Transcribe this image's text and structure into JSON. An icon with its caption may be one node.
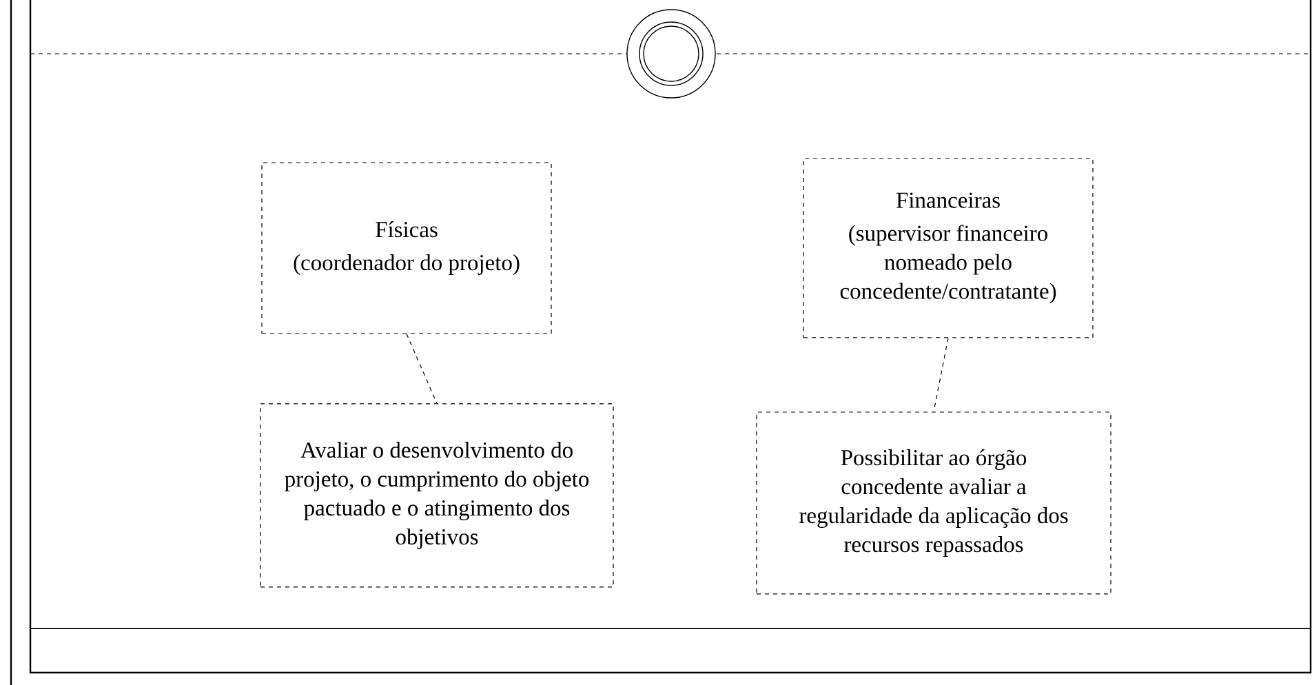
{
  "diagram": {
    "nodes": [
      {
        "text": [
          "Físicas",
          "(coordenador do projeto)"
        ]
      },
      {
        "text": [
          "Financeiras",
          "(supervisor financeiro nomeado pelo concedente/contratante)"
        ]
      },
      {
        "text": [
          "Avaliar o desenvolvimento do projeto, o cumprimento do objeto pactuado e o atingimento dos objetivos"
        ]
      },
      {
        "text": [
          "Possibilitar ao órgão concedente avaliar a regularidade da aplicação dos recursos repassados"
        ]
      }
    ],
    "edges": [
      {
        "from": 0,
        "to": 2,
        "arrow": "none",
        "style": "dashed"
      },
      {
        "from": 1,
        "to": 3,
        "arrow": "none",
        "style": "dashed"
      }
    ]
  }
}
